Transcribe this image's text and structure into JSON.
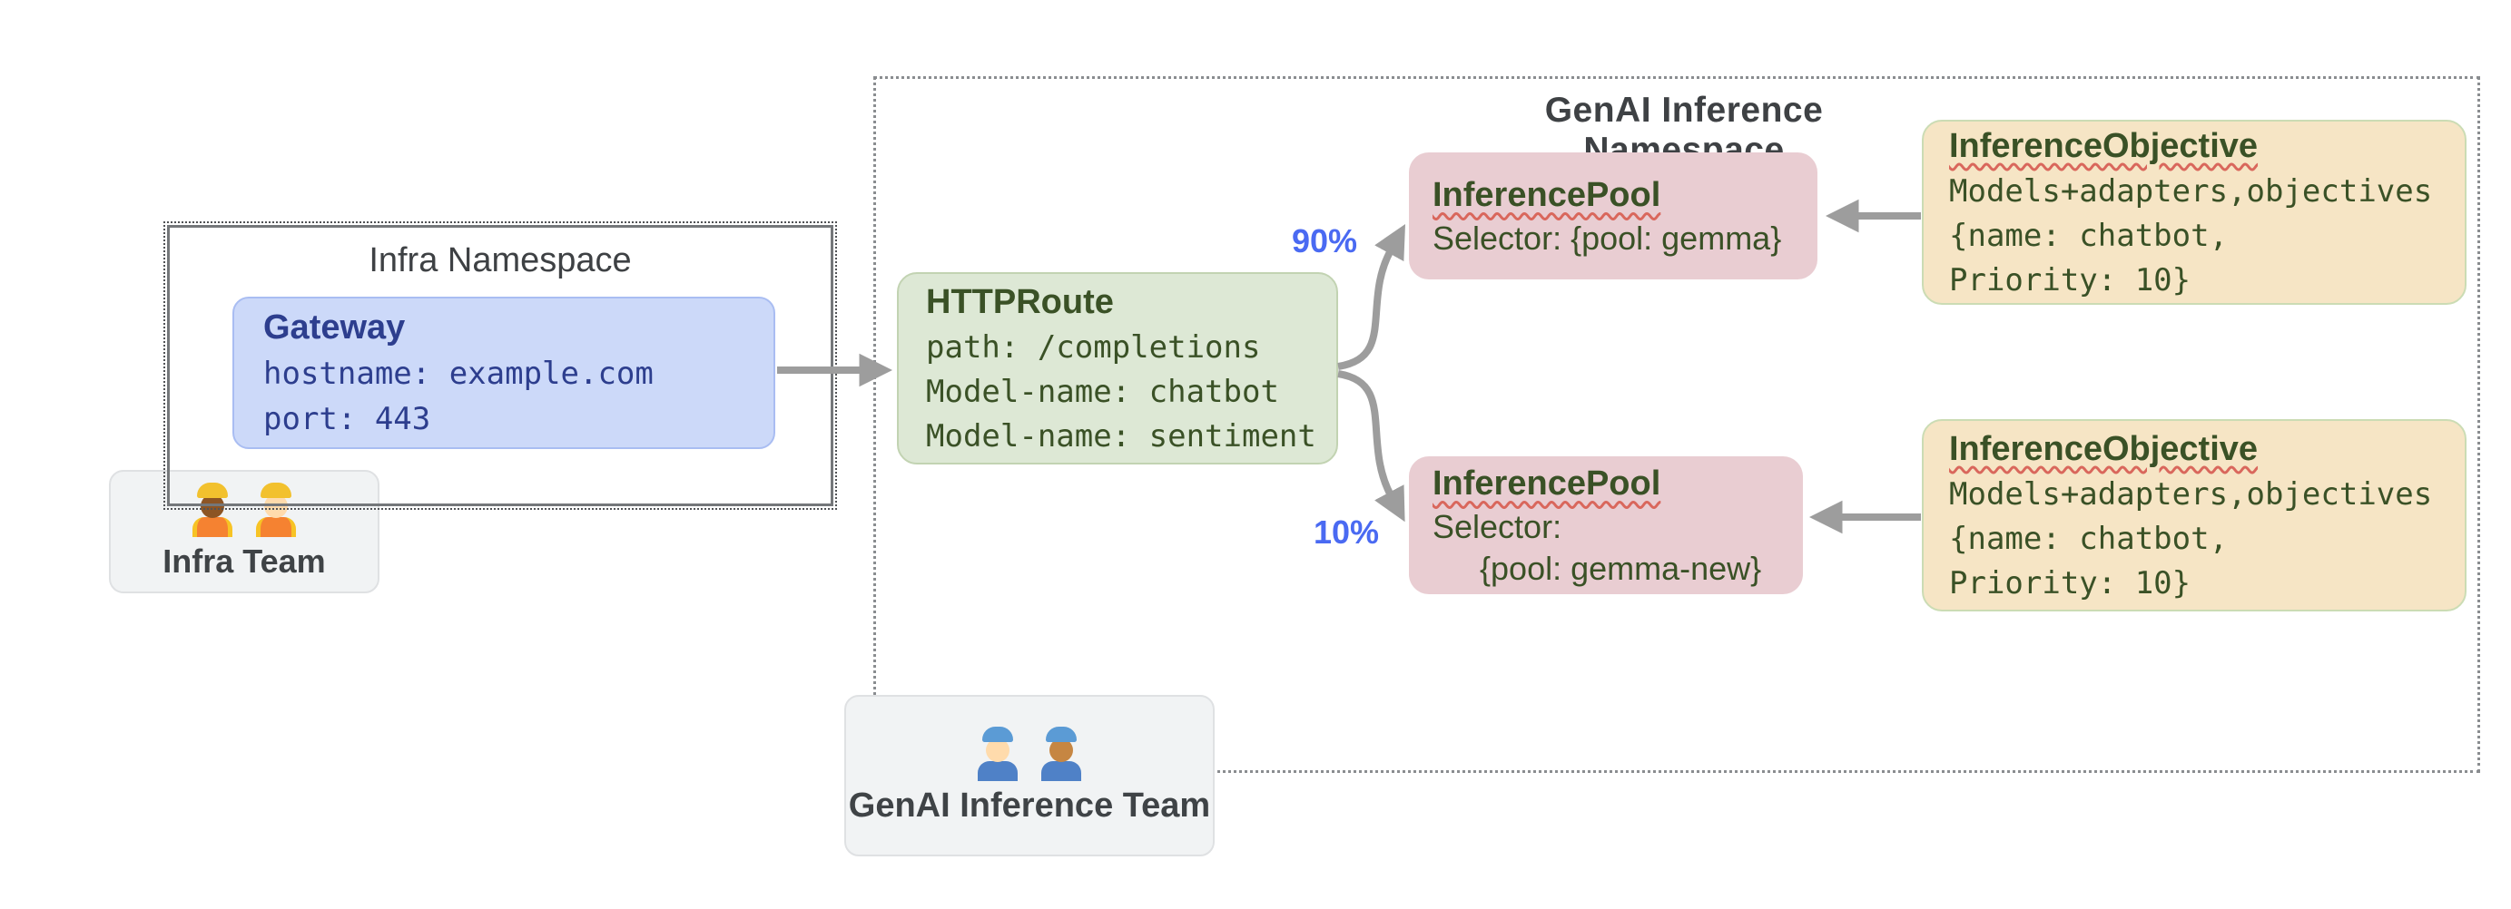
{
  "diagram": {
    "infra_namespace": {
      "title": "Infra Namespace",
      "gateway": {
        "title": "Gateway",
        "lines": [
          "hostname: example.com",
          "port: 443"
        ]
      }
    },
    "infra_team": {
      "label": "Infra Team",
      "icons": [
        "woman-construction-worker-emoji",
        "man-construction-worker-emoji"
      ]
    },
    "genai_namespace": {
      "title": "GenAI Inference Namespace",
      "httproute": {
        "title": "HTTPRoute",
        "lines": [
          "path: /completions",
          "Model-name: chatbot",
          "Model-name: sentiment"
        ]
      },
      "inference_pool_top": {
        "title": "InferencePool",
        "lines": [
          "Selector: {pool: gemma}"
        ],
        "weight": "90%"
      },
      "inference_pool_bottom": {
        "title": "InferencePool",
        "lines": [
          "Selector:",
          "{pool: gemma-new}"
        ],
        "weight": "10%"
      },
      "inference_objective_top": {
        "title": "InferenceObjective",
        "lines": [
          "Models+adapters,objectives",
          "{name: chatbot,",
          "Priority: 10}"
        ]
      },
      "inference_objective_bottom": {
        "title": "InferenceObjective",
        "lines": [
          "Models+adapters,objectives",
          "{name: chatbot,",
          "Priority: 10}"
        ]
      }
    },
    "genai_team": {
      "label": "GenAI Inference Team",
      "icons": [
        "woman-mechanic-emoji",
        "man-mechanic-emoji"
      ]
    },
    "colors": {
      "gateway_fill": "#ccd9f9",
      "gateway_border": "#a9bdf2",
      "gateway_text": "#2d3e8e",
      "httproute_fill": "#dde8d5",
      "httproute_border": "#c2d3b2",
      "pool_fill": "#e9cdd2",
      "objective_fill": "#f6e5c5",
      "objective_border": "#cbdcb4",
      "green_text": "#3a5126",
      "team_fill": "#f1f3f4",
      "arrow": "#9d9d9d",
      "weight_text": "#4a6af2",
      "namespace_text": "#3e4144",
      "squiggle_underline": "#d9675c"
    }
  }
}
